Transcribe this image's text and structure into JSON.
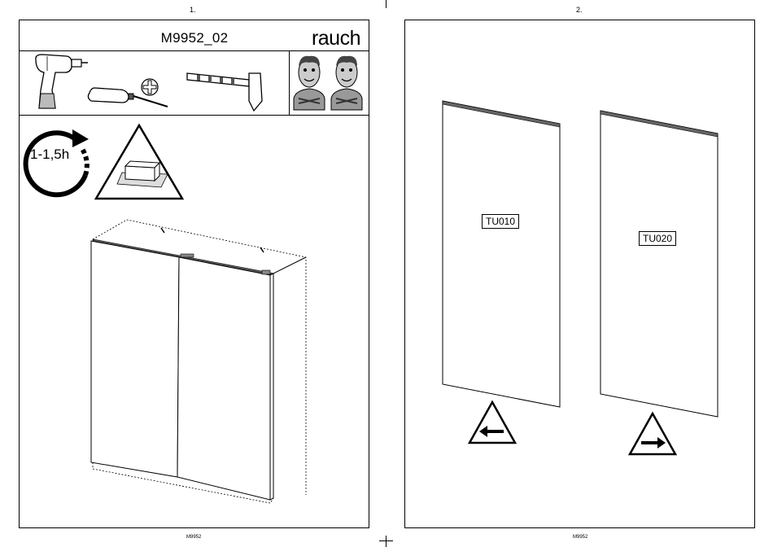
{
  "page1": {
    "page_number": "1.",
    "title": "M9952_02",
    "brand": "rauch",
    "tools": [
      "drill-icon",
      "screwdriver-icon",
      "phillips-bit-icon",
      "hammer-icon"
    ],
    "assemblers": [
      "person-icon",
      "person-icon"
    ],
    "assembly_time": "1-1,5h",
    "footer": "M9952"
  },
  "page2": {
    "page_number": "2.",
    "panels": [
      {
        "label": "TU010",
        "direction": "left"
      },
      {
        "label": "TU020",
        "direction": "right"
      }
    ],
    "footer": "M9952"
  }
}
